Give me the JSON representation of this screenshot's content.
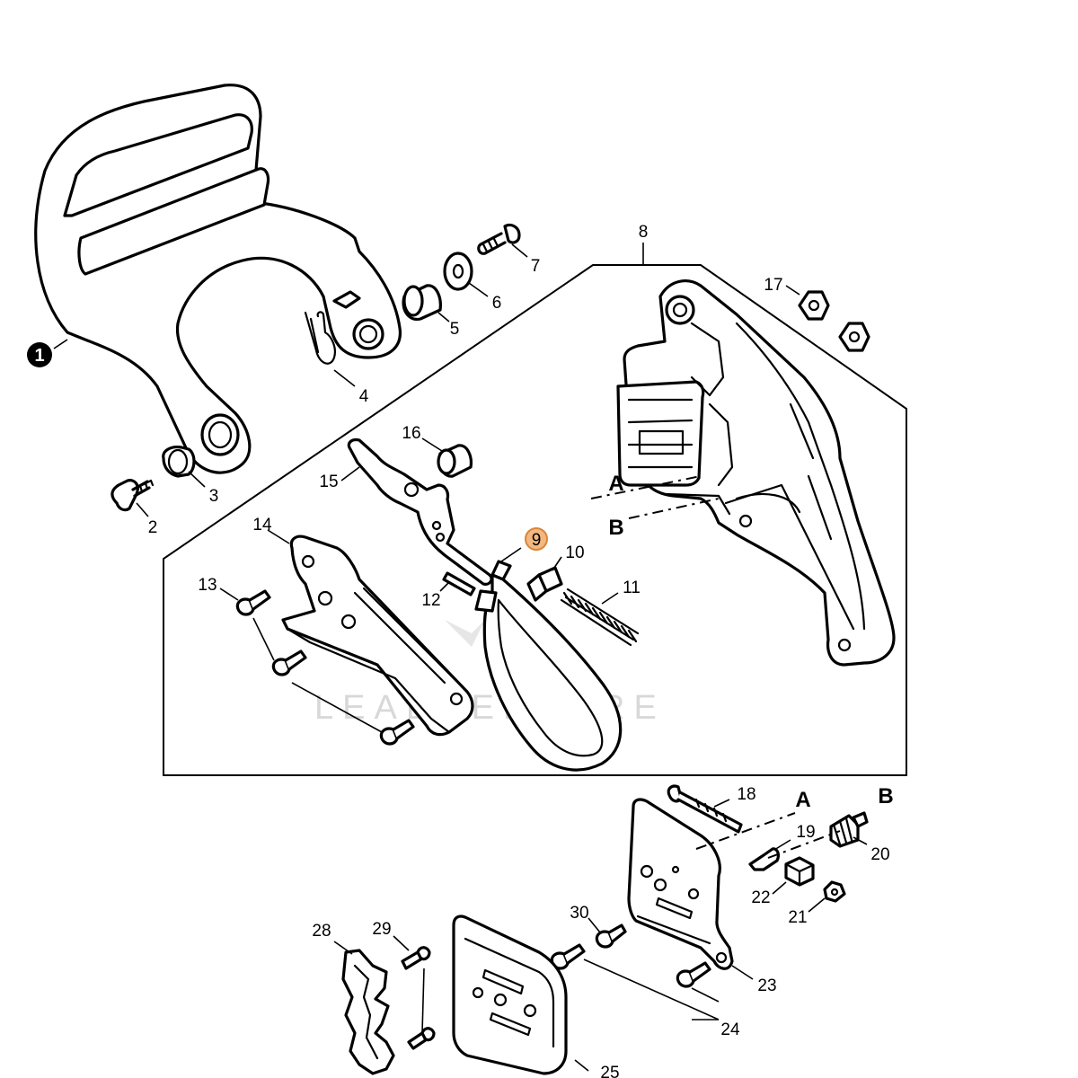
{
  "callouts": {
    "c1": "1",
    "c2": "2",
    "c3": "3",
    "c4": "4",
    "c5": "5",
    "c6": "6",
    "c7": "7",
    "c8": "8",
    "c9": "9",
    "c10": "10",
    "c11": "11",
    "c12": "12",
    "c13": "13",
    "c14": "14",
    "c15": "15",
    "c16": "16",
    "c17": "17",
    "c18": "18",
    "c19": "19",
    "c20": "20",
    "c21": "21",
    "c22": "22",
    "c23": "23",
    "c24": "24",
    "c25": "25",
    "c28": "28",
    "c29": "29",
    "c30": "30"
  },
  "refs": {
    "a1": "A",
    "b1": "B",
    "a2": "A",
    "b2": "B"
  },
  "watermark": "LEADVENTURE",
  "highlight": {
    "part": "9",
    "color": "#f2b880"
  }
}
